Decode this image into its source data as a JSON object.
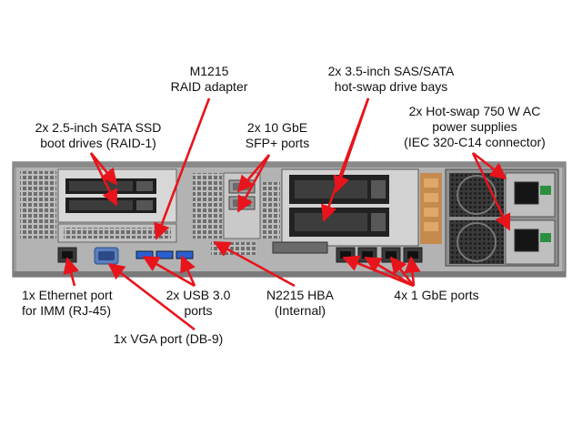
{
  "callouts": {
    "raid_adapter": [
      "M1215",
      "RAID adapter"
    ],
    "sas_bays": [
      "2x 3.5-inch SAS/SATA",
      "hot-swap drive bays"
    ],
    "power_supplies": [
      "2x Hot-swap 750 W AC",
      "power supplies",
      "(IEC 320-C14 connector)"
    ],
    "ssd_boot": [
      "2x 2.5-inch SATA SSD",
      "boot drives (RAID-1)"
    ],
    "sfp_ports": [
      "2x 10 GbE",
      "SFP+ ports"
    ],
    "ethernet_imm": [
      "1x Ethernet port",
      "for IMM (RJ-45)"
    ],
    "usb_ports": [
      "2x USB 3.0",
      "ports"
    ],
    "hba": [
      "N2215 HBA",
      "(Internal)"
    ],
    "gbe_ports": [
      "4x 1 GbE ports"
    ],
    "vga_port": [
      "1x VGA port (DB-9)"
    ]
  },
  "colors": {
    "arrow": "#e8141b",
    "chassis": "#a9a9a9",
    "panel": "#cfcfcf",
    "dark": "#2b2b2b"
  }
}
